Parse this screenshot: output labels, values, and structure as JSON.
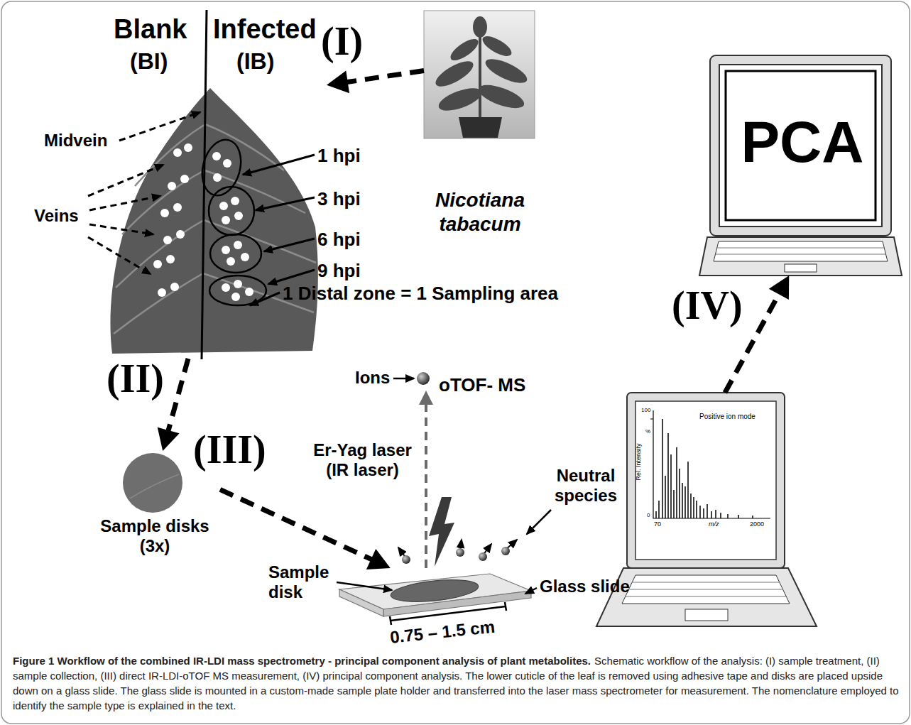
{
  "diagram": {
    "title": "Figure 1 Workflow of the combined IR-LDI mass spectrometry - principal component analysis of plant metabolites.",
    "caption": "Schematic workflow of the analysis: (I) sample treatment, (II) sample collection, (III) direct IR-LDI-oTOF MS measurement, (IV) principal component analysis. The lower cuticle of the leaf is removed using adhesive tape and disks are placed upside down on a glass slide. The glass slide is mounted in a custom-made sample plate holder and transferred into the laser mass spectrometer for measurement. The nomenclature employed to identify the sample type is explained in the text.",
    "nodes": [
      {
        "text": [
          "Blank",
          "(BI)",
          "Infected",
          "(IB)"
        ]
      },
      {
        "text": [
          "Nicotiana tabacum"
        ]
      },
      {
        "text": [
          "PCA"
        ]
      },
      {
        "text": [
          "Sample disks (3x)"
        ]
      },
      {
        "text": [
          "Glass slide"
        ]
      },
      {
        "text": [
          "Positive ion mode"
        ]
      }
    ],
    "edges": [
      {
        "from": 1,
        "to": 0,
        "arrow": "to",
        "label": "(I)"
      },
      {
        "from": 0,
        "to": 3,
        "arrow": "to",
        "label": "(II)"
      },
      {
        "from": 3,
        "to": 4,
        "arrow": "to",
        "label": "(III)"
      },
      {
        "from": 5,
        "to": 2,
        "arrow": "to",
        "label": "(IV)"
      }
    ],
    "labels": [
      "Midvein",
      "Veins",
      "1 hpi",
      "3 hpi",
      "6 hpi",
      "9 hpi",
      "1 Distal zone = 1 Sampling area",
      "Ions",
      "oTOF- MS",
      "Er-Yag laser (IR laser)",
      "Neutral species",
      "Sample disk",
      "0.75 – 1.5 cm",
      "100",
      "%",
      "Rel. Intensity",
      "0",
      "70",
      "m/z",
      "2000"
    ]
  }
}
